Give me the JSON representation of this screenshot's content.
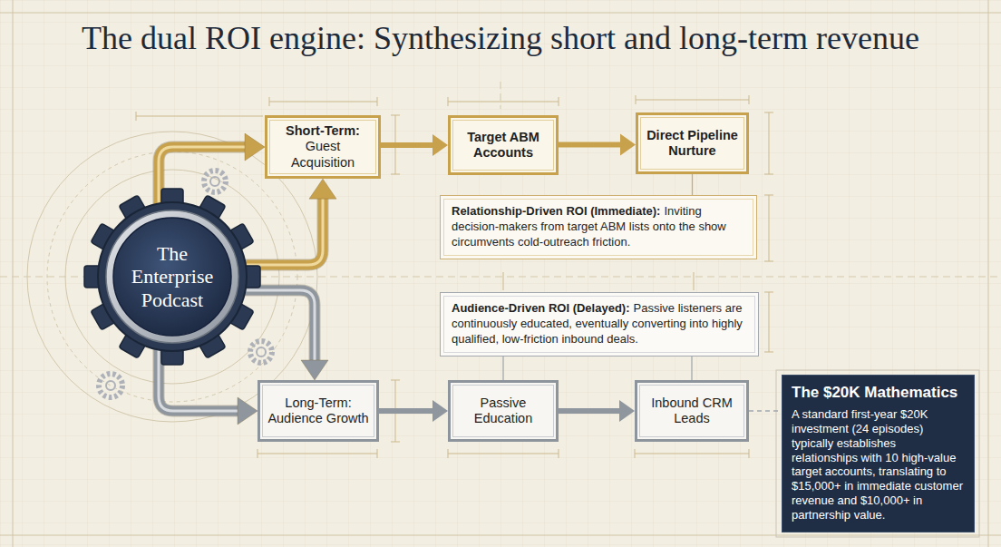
{
  "diagram": {
    "title": "The dual ROI engine: Synthesizing short and long-term revenue",
    "nodes": [
      {
        "text": [
          "The Enterprise Podcast"
        ]
      },
      {
        "text": [
          "Short-Term:",
          "Guest Acquisition"
        ]
      },
      {
        "text": [
          "Target ABM Accounts"
        ]
      },
      {
        "text": [
          "Direct Pipeline Nurture"
        ]
      },
      {
        "text": [
          "Relationship-Driven ROI (Immediate):",
          "Inviting decision-makers from target ABM lists onto the show circumvents cold-outreach friction."
        ]
      },
      {
        "text": [
          "Audience-Driven ROI (Delayed):",
          "Passive listeners are continuously educated, eventually converting into highly qualified, low-friction inbound deals."
        ]
      },
      {
        "text": [
          "Long-Term:",
          "Audience Growth"
        ]
      },
      {
        "text": [
          "Passive Education"
        ]
      },
      {
        "text": [
          "Inbound CRM Leads"
        ]
      },
      {
        "text": [
          "The $20K Mathematics",
          "A standard first-year $20K investment (24 episodes) typically establishes relationships with 10 high-value target accounts, translating to $15,000+ in immediate customer revenue and $10,000+ in partnership value."
        ]
      }
    ],
    "edges": [
      {
        "from": 0,
        "to": 1,
        "arrow": "to"
      },
      {
        "from": 0,
        "to": 1,
        "arrow": "to"
      },
      {
        "from": 1,
        "to": 2,
        "arrow": "to"
      },
      {
        "from": 2,
        "to": 3,
        "arrow": "to"
      },
      {
        "from": 0,
        "to": 6,
        "arrow": "to"
      },
      {
        "from": 0,
        "to": 6,
        "arrow": "to"
      },
      {
        "from": 6,
        "to": 7,
        "arrow": "to"
      },
      {
        "from": 7,
        "to": 8,
        "arrow": "to"
      },
      {
        "from": 3,
        "to": 4,
        "arrow": "none"
      },
      {
        "from": 5,
        "to": 7,
        "arrow": "none"
      },
      {
        "from": 5,
        "to": 8,
        "arrow": "none"
      },
      {
        "from": 8,
        "to": 9,
        "arrow": "none"
      }
    ]
  }
}
